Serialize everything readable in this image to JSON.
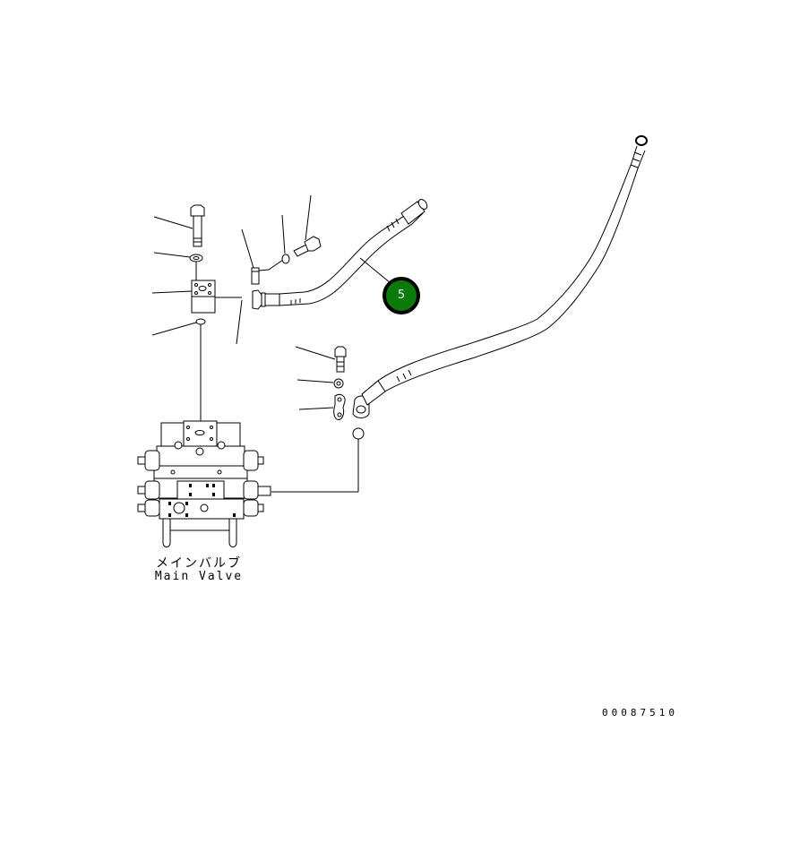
{
  "diagram": {
    "type": "parts-catalog-exploded-view",
    "component_label_jp": "メインバルブ",
    "component_label_en": "Main Valve",
    "drawing_number": "00087510",
    "callouts": [
      {
        "number": "5",
        "color": "#0a7a0a",
        "points_to": "hose"
      }
    ],
    "parts": [
      "bolt",
      "washer",
      "block",
      "o-ring",
      "split-flange",
      "washer",
      "bolt",
      "hose",
      "bolt",
      "washer",
      "split-flange",
      "o-ring",
      "long-hose",
      "main-valve"
    ]
  }
}
